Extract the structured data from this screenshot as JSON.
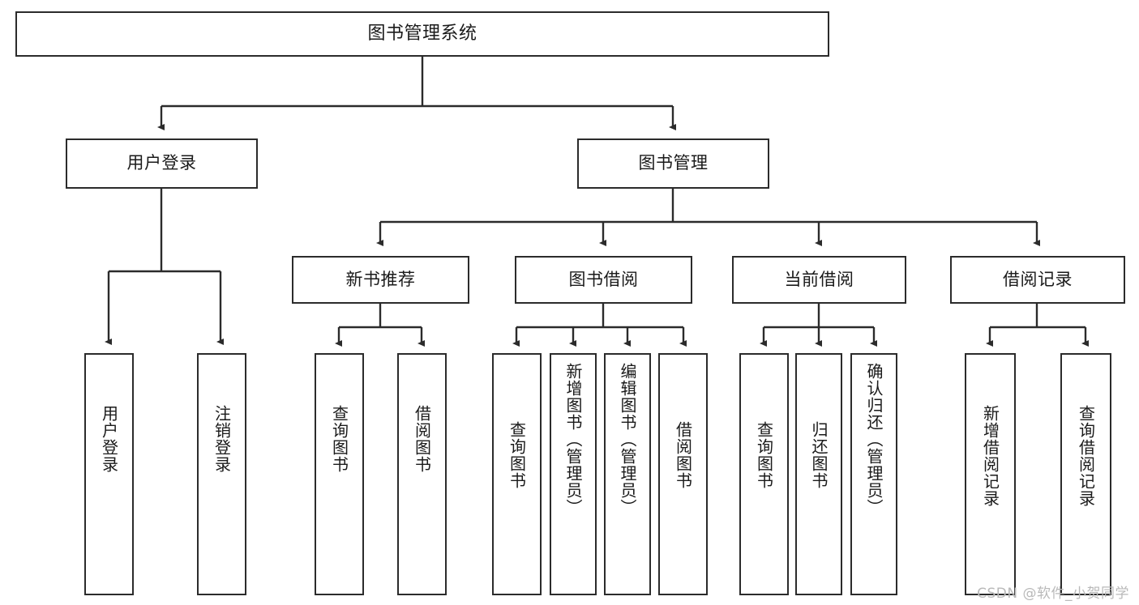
{
  "diagram": {
    "title": "图书管理系统",
    "type": "tree",
    "watermark": "CSDN @软件_小贺同学",
    "stroke_color": "#2b2b2b",
    "fill_color": "#ffffff",
    "text_color": "#1a1a1a",
    "watermark_color": "#b9b9b9",
    "nodes": {
      "root": {
        "label": "图书管理系统"
      },
      "level2": [
        {
          "label": "用户登录"
        },
        {
          "label": "图书管理"
        }
      ],
      "level3": [
        {
          "label": "新书推荐"
        },
        {
          "label": "图书借阅"
        },
        {
          "label": "当前借阅"
        },
        {
          "label": "借阅记录"
        }
      ],
      "leaves": {
        "user_login": [
          {
            "label": "用户登录"
          },
          {
            "label": "注销登录"
          }
        ],
        "new_book": [
          {
            "label": "查询图书"
          },
          {
            "label": "借阅图书"
          }
        ],
        "book_borrow": [
          {
            "label": "查询图书"
          },
          {
            "label": "新增图书（管理员）"
          },
          {
            "label": "编辑图书（管理员）"
          },
          {
            "label": "借阅图书"
          }
        ],
        "current_borrow": [
          {
            "label": "查询图书"
          },
          {
            "label": "归还图书"
          },
          {
            "label": "确认归还（管理员）"
          }
        ],
        "borrow_record": [
          {
            "label": "新增借阅记录"
          },
          {
            "label": "查询借阅记录"
          }
        ]
      }
    }
  }
}
